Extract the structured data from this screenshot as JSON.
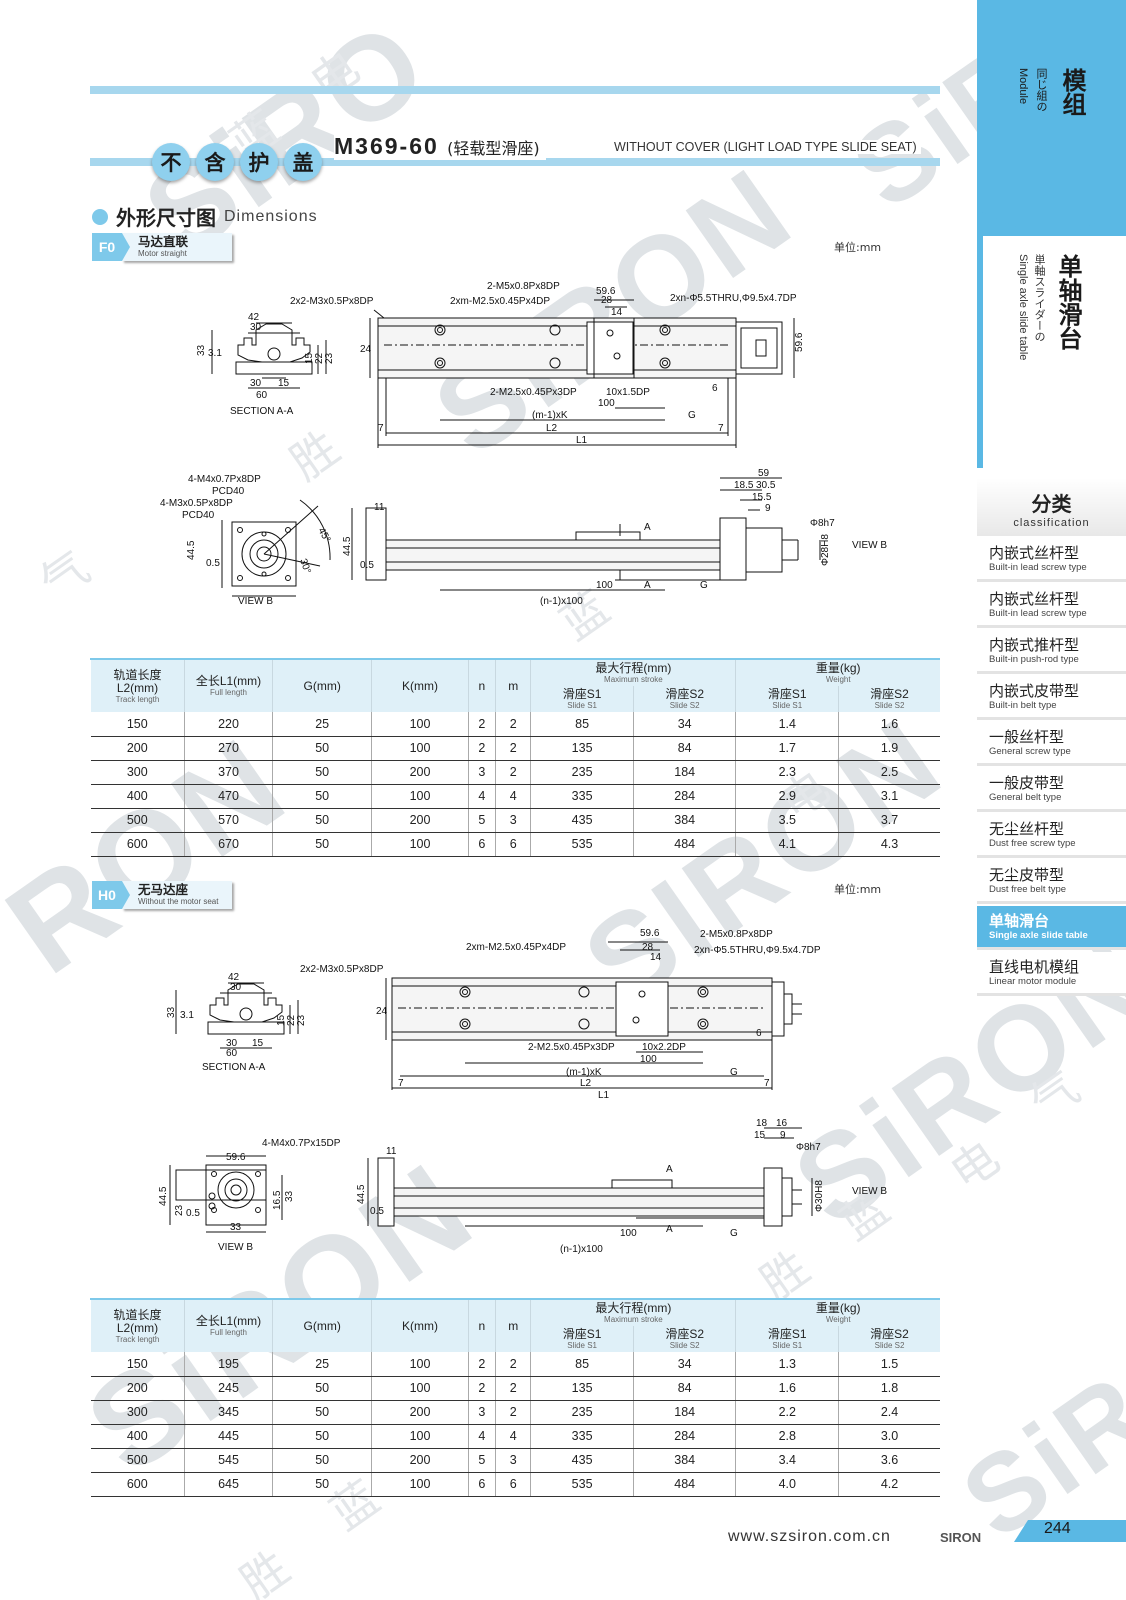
{
  "header": {
    "badges": [
      "不",
      "含",
      "护",
      "盖"
    ],
    "model": "M369-60",
    "model_sub": "(轻载型滑座)",
    "title_en": "WITHOUT COVER (LIGHT LOAD TYPE SLIDE SEAT)"
  },
  "section": {
    "title_cn": "外形尺寸图",
    "title_en": "Dimensions"
  },
  "unit_label": "单位:mm",
  "f0": {
    "code": "F0",
    "label_cn": "马达直联",
    "label_en": "Motor straight",
    "labels": {
      "section_aa": "SECTION A-A",
      "view_b": "VIEW B",
      "view_b2": "VIEW B",
      "tap_m3": "2x2-M3x0.5Px8DP",
      "tap_m25": "2xm-M2.5x0.45Px4DP",
      "tap_m5": "2-M5x0.8Px8DP",
      "thru": "2xn-Φ5.5THRU,Φ9.5x4.7DP",
      "tap_m25b": "2-M2.5x0.45Px3DP",
      "hole10": "10x1.5DP",
      "dim_596": "59.6",
      "dim_28": "28",
      "dim_14": "14",
      "dim_100": "100",
      "dim_mk": "(m-1)xK",
      "dim_g": "G",
      "dim_l2": "L2",
      "dim_l1": "L1",
      "dim_7": "7",
      "dim_6": "6",
      "dim_24": "24",
      "dim_42": "42",
      "dim_30": "30",
      "dim_33": "33",
      "dim_31": "3.1",
      "dim_15": "15",
      "dim_22": "22",
      "dim_23": "23",
      "dim_60": "60",
      "dim_30b": "30",
      "dim_15b": "15",
      "m4": "4-M4x0.7Px8DP",
      "pcd40": "PCD40",
      "m3": "4-M3x0.5Px8DP",
      "pcd40b": "PCD40",
      "dim_445": "44.5",
      "dim_05": "0.5",
      "dim_11": "11",
      "dim_59": "59",
      "dim_185": "18.5",
      "dim_305": "30.5",
      "dim_155": "15.5",
      "dim_9": "9",
      "phi8": "Φ8h7",
      "phi28": "Φ28H8",
      "dim_a": "A",
      "dim_n100": "(n-1)x100",
      "dim_45": "45°",
      "dim_30deg": "30°"
    }
  },
  "h0": {
    "code": "H0",
    "label_cn": "无马达座",
    "label_en": "Without the motor seat",
    "labels": {
      "section_aa": "SECTION A-A",
      "view_b": "VIEW B",
      "view_b2": "VIEW B",
      "tap_m3": "2x2-M3x0.5Px8DP",
      "tap_m25": "2xm-M2.5x0.45Px4DP",
      "tap_m5": "2-M5x0.8Px8DP",
      "thru": "2xn-Φ5.5THRU,Φ9.5x4.7DP",
      "tap_m25b": "2-M2.5x0.45Px3DP",
      "hole10": "10x2.2DP",
      "dim_596": "59.6",
      "dim_28": "28",
      "dim_14": "14",
      "dim_100": "100",
      "dim_mk": "(m-1)xK",
      "dim_g": "G",
      "dim_l2": "L2",
      "dim_l1": "L1",
      "dim_7": "7",
      "dim_6": "6",
      "dim_24": "24",
      "dim_42": "42",
      "dim_30": "30",
      "dim_33": "33",
      "dim_31": "3.1",
      "dim_15": "15",
      "dim_22": "22",
      "dim_23": "23",
      "dim_60": "60",
      "dim_30b": "30",
      "dim_15b": "15",
      "m4": "4-M4x0.7Px15DP",
      "dim_596b": "59.6",
      "dim_445": "44.5",
      "dim_23b": "23",
      "dim_05": "0.5",
      "dim_165": "16.5",
      "dim_33b": "33",
      "dim_33c": "33",
      "dim_11": "11",
      "dim_18": "18",
      "dim_16": "16",
      "dim_15c": "15",
      "dim_9": "9",
      "phi8": "Φ8h7",
      "phi30": "Φ30H8",
      "dim_a": "A",
      "dim_n100": "(n-1)x100"
    }
  },
  "table_headers": {
    "l2": "轨道长度L2(mm)",
    "l2_en": "Track length",
    "l1": "全长L1(mm)",
    "l1_en": "Full length",
    "g": "G(mm)",
    "k": "K(mm)",
    "n": "n",
    "m": "m",
    "stroke": "最大行程(mm)",
    "stroke_en": "Maximum stroke",
    "weight": "重量(kg)",
    "weight_en": "Weight",
    "s1": "滑座S1",
    "s1_en": "Slide S1",
    "s2": "滑座S2",
    "s2_en": "Slide S2"
  },
  "table_f0": [
    [
      "150",
      "220",
      "25",
      "100",
      "2",
      "2",
      "85",
      "34",
      "1.4",
      "1.6"
    ],
    [
      "200",
      "270",
      "50",
      "100",
      "2",
      "2",
      "135",
      "84",
      "1.7",
      "1.9"
    ],
    [
      "300",
      "370",
      "50",
      "200",
      "3",
      "2",
      "235",
      "184",
      "2.3",
      "2.5"
    ],
    [
      "400",
      "470",
      "50",
      "100",
      "4",
      "4",
      "335",
      "284",
      "2.9",
      "3.1"
    ],
    [
      "500",
      "570",
      "50",
      "200",
      "5",
      "3",
      "435",
      "384",
      "3.5",
      "3.7"
    ],
    [
      "600",
      "670",
      "50",
      "100",
      "6",
      "6",
      "535",
      "484",
      "4.1",
      "4.3"
    ]
  ],
  "table_h0": [
    [
      "150",
      "195",
      "25",
      "100",
      "2",
      "2",
      "85",
      "34",
      "1.3",
      "1.5"
    ],
    [
      "200",
      "245",
      "50",
      "100",
      "2",
      "2",
      "135",
      "84",
      "1.6",
      "1.8"
    ],
    [
      "300",
      "345",
      "50",
      "200",
      "3",
      "2",
      "235",
      "184",
      "2.2",
      "2.4"
    ],
    [
      "400",
      "445",
      "50",
      "100",
      "4",
      "4",
      "335",
      "284",
      "2.8",
      "3.0"
    ],
    [
      "500",
      "545",
      "50",
      "200",
      "5",
      "3",
      "435",
      "384",
      "3.4",
      "3.6"
    ],
    [
      "600",
      "645",
      "50",
      "100",
      "6",
      "6",
      "535",
      "484",
      "4.0",
      "4.2"
    ]
  ],
  "sidebar": {
    "top_cn": "模组",
    "top_jp": "同じ組の",
    "top_en": "Module",
    "mid_cn": "单轴滑台",
    "mid_jp": "単軸スライダーの",
    "mid_en": "Single axle slide table",
    "cat_cn": "分类",
    "cat_en": "classification",
    "items": [
      {
        "cn": "内嵌式丝杆型",
        "en": "Built-in lead screw type"
      },
      {
        "cn": "内嵌式丝杆型",
        "en": "Built-in lead screw type"
      },
      {
        "cn": "内嵌式推杆型",
        "en": "Built-in push-rod type"
      },
      {
        "cn": "内嵌式皮带型",
        "en": "Built-in belt type"
      },
      {
        "cn": "一般丝杆型",
        "en": "General screw type"
      },
      {
        "cn": "一般皮带型",
        "en": "General belt type"
      },
      {
        "cn": "无尘丝杆型",
        "en": "Dust free screw type"
      },
      {
        "cn": "无尘皮带型",
        "en": "Dust free belt type"
      },
      {
        "cn": "单轴滑台",
        "en": "Single axle slide table"
      },
      {
        "cn": "直线电机模组",
        "en": "Linear motor module"
      }
    ]
  },
  "footer": {
    "url": "www.szsiron.com.cn",
    "logo": "SIRON",
    "page": "244"
  },
  "colors": {
    "accent": "#5ab8e4",
    "light": "#a7d7ee",
    "header_bg": "#dff0f8"
  }
}
